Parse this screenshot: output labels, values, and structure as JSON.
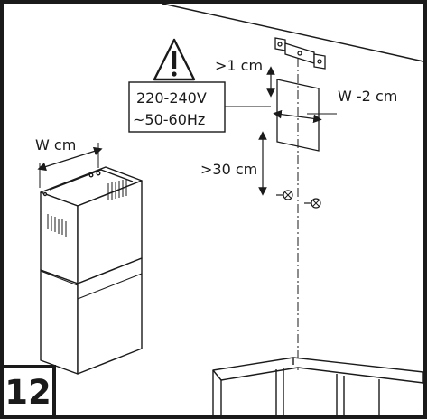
{
  "step": {
    "number": "12"
  },
  "warning": {
    "icon": "warning-triangle-icon",
    "voltage": "220-240V",
    "frequency": "~50-60Hz"
  },
  "dimensions": {
    "top_gap": ">1 cm",
    "bracket_width": "W -2 cm",
    "vertical_gap": ">30 cm",
    "chimney_width": "W cm"
  },
  "colors": {
    "line": "#1a1a1a",
    "paper": "#ffffff"
  }
}
